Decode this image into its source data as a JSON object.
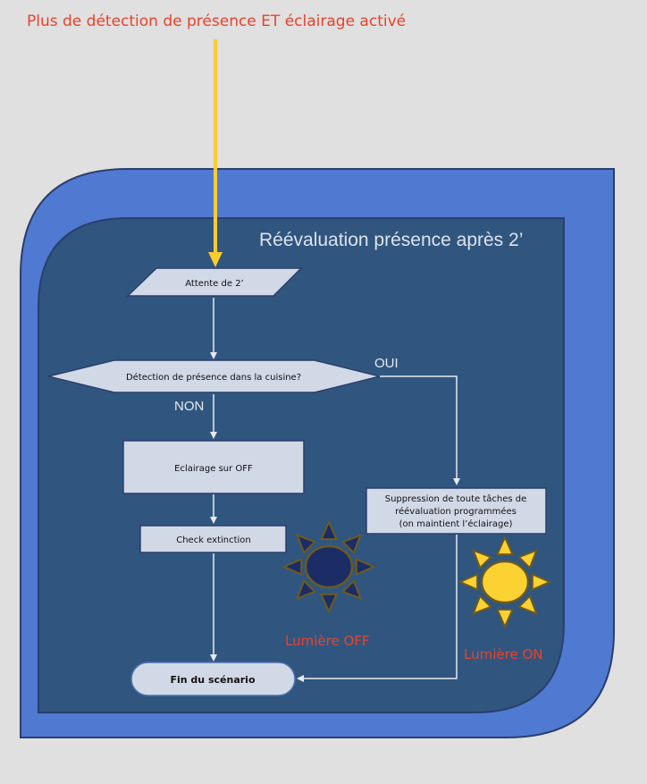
{
  "header": {
    "trigger_label": "Plus de détection de présence ET éclairage activé"
  },
  "frame": {
    "title": "Réévaluation présence après 2’"
  },
  "nodes": {
    "wait": "Attente de 2’",
    "decision": "Détection de présence dans la cuisine?",
    "light_off": "Eclairage sur OFF",
    "check": "Check extinction",
    "suppress_lines": [
      "Suppression de toute tâches de",
      "réévaluation programmées",
      "(on maintient l’éclairage)"
    ],
    "end": "Fin du scénario"
  },
  "branches": {
    "yes": "OUI",
    "no": "NON"
  },
  "states": {
    "light_off_label": "Lumière OFF",
    "light_on_label": "Lumière ON"
  },
  "colors": {
    "background": "#e0e0e0",
    "outer_frame": "#5079d1",
    "inner_frame": "#30567f",
    "frame_border": "#2a3f6e",
    "node_fill": "#d1d8e6",
    "trigger_arrow": "#fbcc30",
    "connector": "#e6e9f0",
    "accent_red": "#e8422c",
    "sun_off": "#1b2c66",
    "sun_on": "#fcd232",
    "sun_outline": "#6d5a1e"
  }
}
